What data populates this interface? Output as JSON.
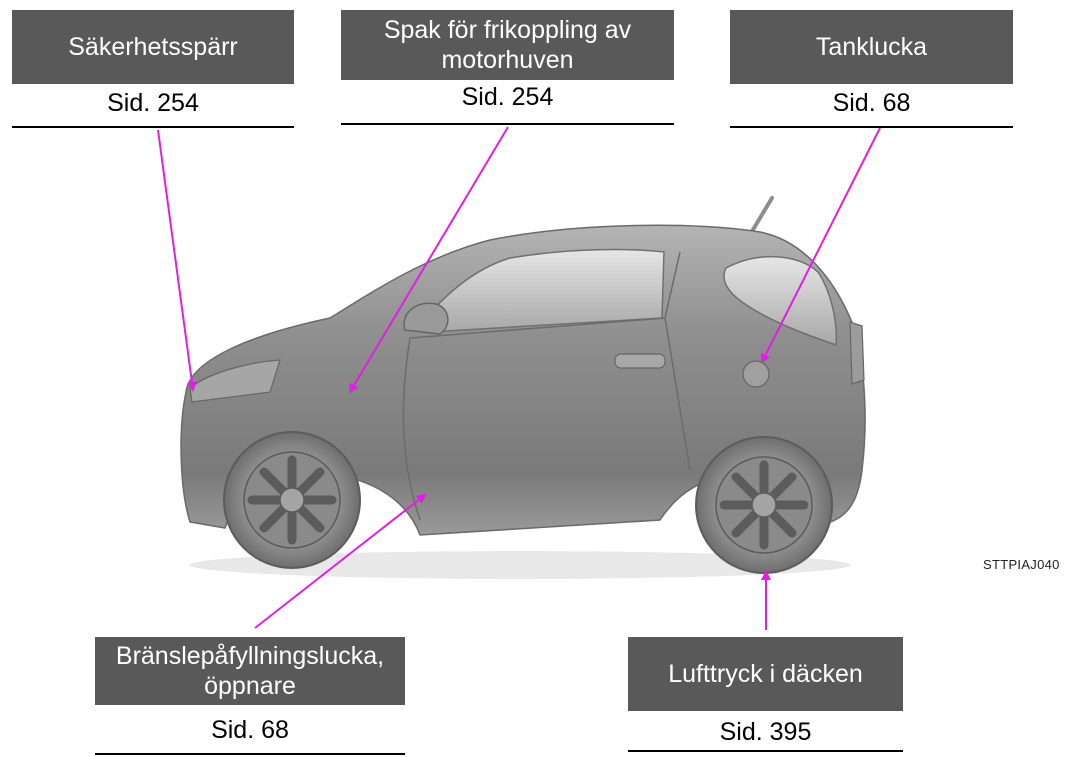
{
  "callouts": [
    {
      "id": "safety-catch",
      "label": "Säkerhetsspärr",
      "page": "Sid. 254"
    },
    {
      "id": "hood-release",
      "label": "Spak för frikoppling av motorhuven",
      "page": "Sid. 254"
    },
    {
      "id": "fuel-door",
      "label": "Tanklucka",
      "page": "Sid. 68"
    },
    {
      "id": "fuel-door-opener",
      "label": "Bränslepåfyllningslucka, öppnare",
      "page": "Sid. 68"
    },
    {
      "id": "tire-pressure",
      "label": "Lufttryck i däcken",
      "page": "Sid. 395"
    }
  ],
  "figure_code": "STTPIAJ040",
  "colors": {
    "arrow": "#e020e0",
    "label_bg": "#595959",
    "car_body": "#8a8a8a"
  }
}
